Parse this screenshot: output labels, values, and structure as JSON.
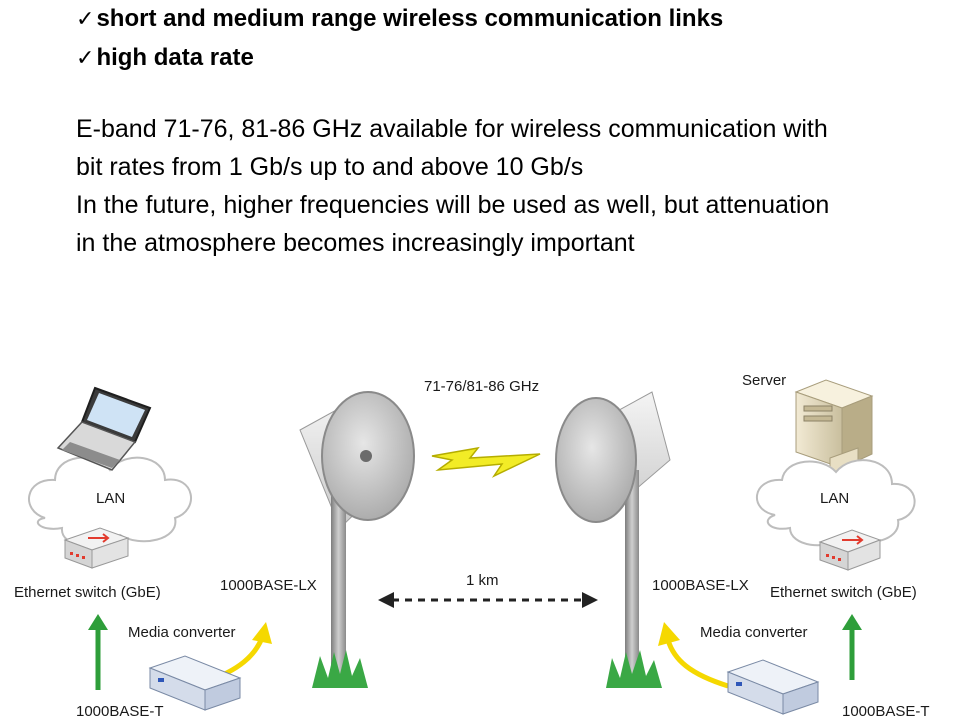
{
  "bullets": [
    {
      "check": "✓",
      "text": "short and medium range wireless communication links"
    },
    {
      "check": "✓",
      "text": "high data rate"
    }
  ],
  "paragraphs": [
    "E-band 71-76, 81-86 GHz available for wireless communication with",
    "bit rates from 1 Gb/s up to and above 10 Gb/s",
    "In the future, higher frequencies will be used as well, but attenuation",
    "in the atmosphere becomes increasingly important"
  ],
  "diagram": {
    "frequency": "71-76/81-86 GHz",
    "server": "Server",
    "lan_left": "LAN",
    "lan_right": "LAN",
    "switch_left": "Ethernet switch (GbE)",
    "switch_right": "Ethernet switch (GbE)",
    "lx_left": "1000BASE-LX",
    "lx_right": "1000BASE-LX",
    "distance": "1 km",
    "converter_left": "Media converter",
    "converter_right": "Media converter",
    "t_left": "1000BASE-T",
    "t_right": "1000BASE-T"
  },
  "colors": {
    "cloud": "#ffffff",
    "arrow": "#2e9e3a",
    "arrow_yellow": "#f5d800",
    "lightning": "#f2ec26",
    "grass": "#3aa845",
    "switch_port": "#e23b2e"
  }
}
